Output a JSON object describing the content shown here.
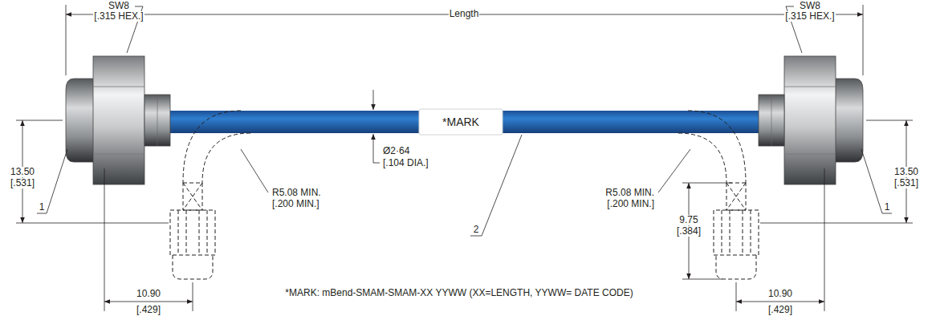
{
  "diagram": {
    "labels": [
      "Length",
      "SW8",
      "[.315 HEX.]",
      "SW8",
      "[.315 HEX.]",
      "*MARK",
      "Ø2·64",
      "[.104 DIA.]",
      "R5.08 MIN.",
      "[.200 MIN.]",
      "R5.08 MIN.",
      "[.200 MIN.]",
      "13.50",
      "[.531]",
      "13.50",
      "[.531]",
      "1",
      "1",
      "2",
      "9.75",
      "[.384]",
      "10.90",
      "[.429]",
      "10.90",
      "[.429]",
      "*MARK: mBend-SMAM-SMAM-XX YYWW (XX=LENGTH, YYWW= DATE CODE)"
    ]
  }
}
